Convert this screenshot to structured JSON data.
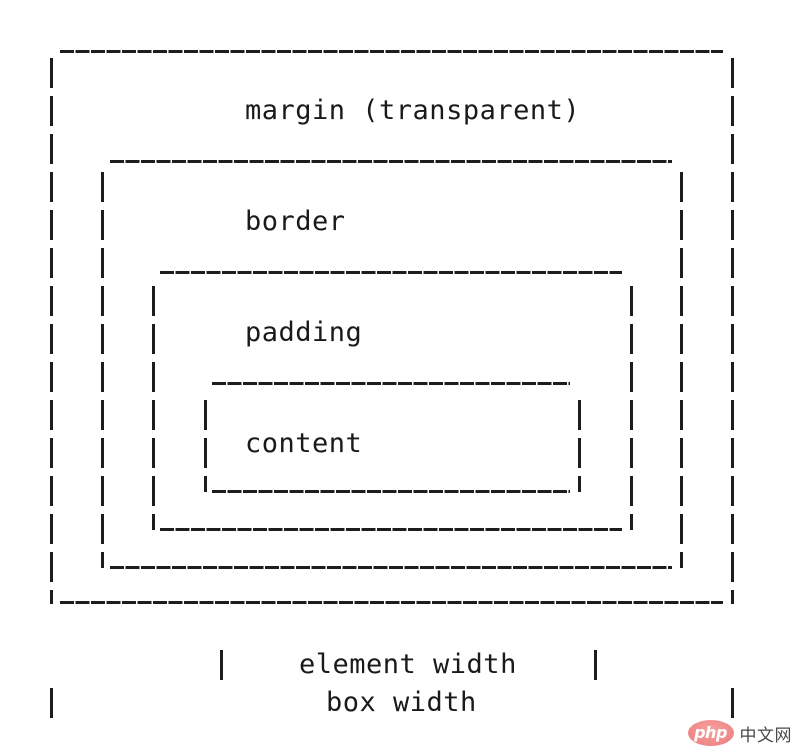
{
  "diagram": {
    "type": "ascii-art-box-model",
    "title_text": "",
    "layers": [
      {
        "key": "margin",
        "label": "margin (transparent)"
      },
      {
        "key": "border",
        "label": "border"
      },
      {
        "key": "padding",
        "label": "padding"
      },
      {
        "key": "content",
        "label": "content"
      }
    ],
    "labels": {
      "margin": "margin (transparent)",
      "border": "border",
      "padding": "padding",
      "content": "content",
      "element_width": "element width",
      "box_width": "box width"
    },
    "glyphs": {
      "vertical_rule": "|",
      "horizontal_rule": "_"
    },
    "colors": {
      "ink": "#1d1d1d",
      "background": "#ffffff",
      "watermark_badge": "#f08b8b",
      "watermark_text": "#4a4a4a"
    }
  },
  "watermark": {
    "badge_text": "php",
    "site_text": "中文网"
  }
}
